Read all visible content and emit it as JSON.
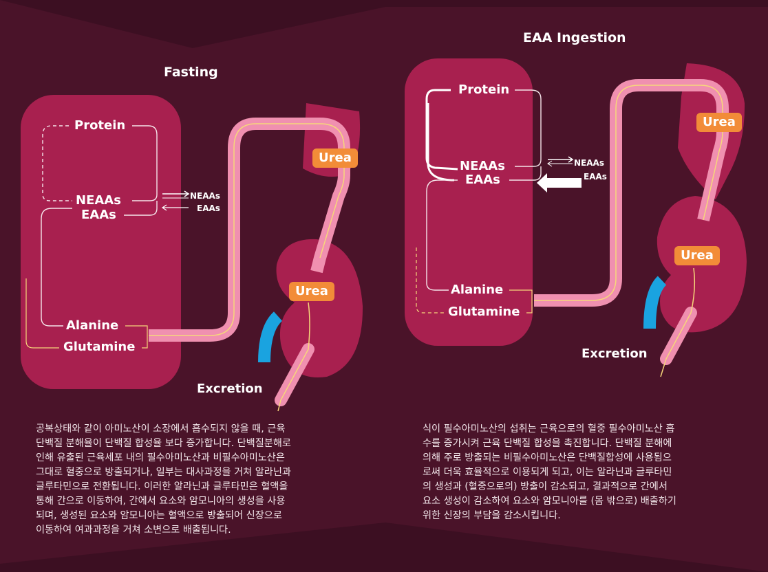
{
  "colors": {
    "background": "#4a1329",
    "organ": "#a8204f",
    "vessel": "#f090b0",
    "vessel_line": "#f6d77a",
    "urea_badge": "#f28c38",
    "duct": "#1aa3e0"
  },
  "left_panel": {
    "title": "Fasting",
    "labels": {
      "protein": "Protein",
      "neaas": "NEAAs",
      "eaas": "EAAs",
      "neaas_small": "NEAAs",
      "eaas_small": "EAAs",
      "alanine": "Alanine",
      "glutamine": "Glutamine",
      "urea": "Urea",
      "urea_kidney": "Urea",
      "excretion": "Excretion"
    },
    "caption": [
      "공복상태와 같이 아미노산이 소장에서 흡수되지 않을 때, 근육",
      "단백질 분해율이 단백질 합성율 보다 증가합니다. 단백질분해로",
      "인해 유출된 근육세포 내의 필수아미노산과 비필수아미노산은",
      "그대로 혈중으로 방출되거나, 일부는 대사과정을 거쳐 알라닌과",
      "글루타민으로 전환됩니다. 이러한 알라닌과 글루타민은 혈액을",
      "통해 간으로 이동하여, 간에서 요소와 암모니아의 생성을 사용",
      "되며, 생성된 요소와 암모니아는 혈액으로 방출되어 신장으로",
      "이동하여 여과과정을 거쳐 소변으로 배출됩니다."
    ]
  },
  "right_panel": {
    "title": "EAA Ingestion",
    "labels": {
      "protein": "Protein",
      "neaas": "NEAAs",
      "eaas": "EAAs",
      "neaas_small": "NEAAs",
      "eaas_small": "EAAs",
      "alanine": "Alanine",
      "glutamine": "Glutamine",
      "urea": "Urea",
      "urea_kidney": "Urea",
      "excretion": "Excretion"
    },
    "caption": [
      "식이 필수아미노산의 섭취는 근육으로의 혈중 필수아미노산 흡",
      "수를 증가시켜 근육 단백질 합성을 촉진합니다. 단백질 분해에",
      "의해 주로 방출되는 비필수아미노산은 단백질합성에 사용됨으",
      "로써 더욱 효율적으로 이용되게 되고, 이는 알라닌과 글루타민",
      "의 생성과 (혈중으로의) 방출이 감소되고, 결과적으로 간에서",
      "요소 생성이 감소하여 요소와 암모니아를 (몸 밖으로) 배출하기",
      "위한 신장의 부담을 감소시킵니다."
    ]
  }
}
